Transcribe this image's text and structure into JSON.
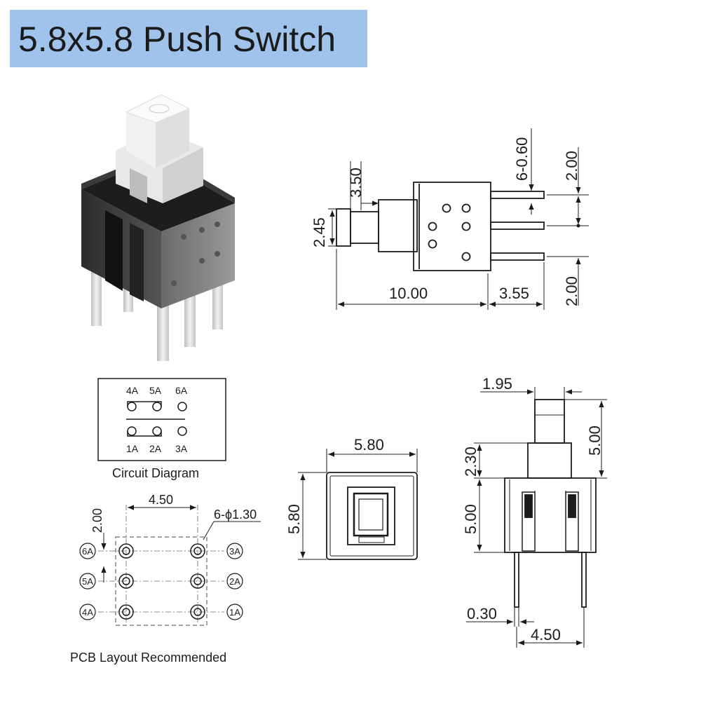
{
  "title": "5.8x5.8 Push Switch",
  "side_view": {
    "dim_cap_height": "3.50",
    "dim_pin_dia": "6-0.60",
    "dim_pitch_top": "2.00",
    "dim_pitch_bottom": "2.00",
    "dim_cap_width": "2.45",
    "dim_body_length": "10.00",
    "dim_pin_length": "3.55"
  },
  "circuit": {
    "caption": "Circuit Diagram",
    "top_labels": [
      "4A",
      "5A",
      "6A"
    ],
    "bottom_labels": [
      "1A",
      "2A",
      "3A"
    ]
  },
  "pcb": {
    "caption": "PCB Layout Recommended",
    "dim_pitch_x": "4.50",
    "dim_pitch_y": "2.00",
    "dim_hole": "6-ϕ1.30",
    "left_pins": [
      "6A",
      "5A",
      "4A"
    ],
    "right_pins": [
      "3A",
      "2A",
      "1A"
    ]
  },
  "top_view": {
    "dim_width": "5.80",
    "dim_height": "5.80"
  },
  "front_view": {
    "dim_cap_width": "1.95",
    "dim_cap_total": "5.00",
    "dim_collar": "2.30",
    "dim_body": "5.00",
    "dim_pin_width": "0.30",
    "dim_pin_pitch": "4.50"
  }
}
